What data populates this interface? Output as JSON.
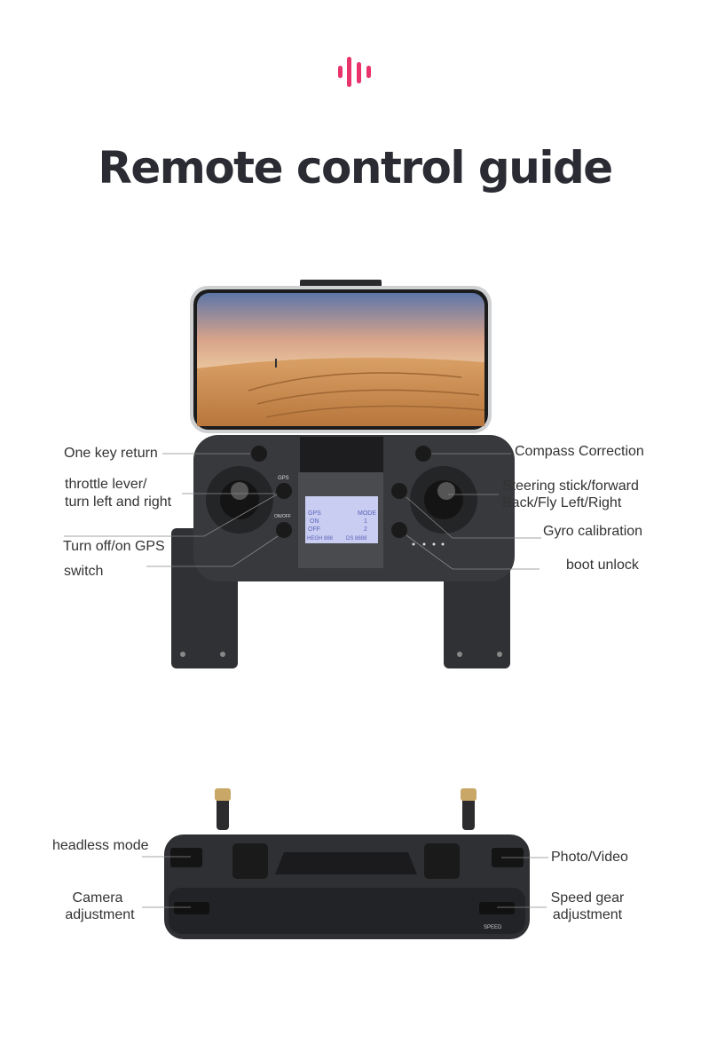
{
  "logo": {
    "icon": "sound-bars-icon",
    "color": "#e8336b"
  },
  "title": "Remote control guide",
  "front_labels": {
    "one_key_return": "One key return",
    "throttle_1": "throttle lever/",
    "throttle_2": "turn left and right",
    "gps_1": "Turn off/on GPS",
    "gps_2": "switch",
    "compass": "Compass Correction",
    "steering_1": "Steering stick/forward",
    "steering_2": "Back/Fly Left/Right",
    "gyro": "Gyro calibration",
    "boot_unlock": "boot unlock"
  },
  "controller_marks": {
    "gps_button": "GPS",
    "onoff_button": "ON/OFF",
    "lcd": {
      "row1": [
        "GPS",
        "MODE"
      ],
      "row2": [
        "ON",
        "1"
      ],
      "row3": [
        "OFF",
        "2"
      ],
      "row4": [
        "HEGH 888",
        "DS 8888"
      ]
    },
    "speed": "SPEED"
  },
  "top_labels": {
    "headless": "headless mode",
    "photo_video": "Photo/Video",
    "camera_1": "Camera",
    "camera_2": "adjustment",
    "speed_1": "Speed gear",
    "speed_2": "adjustment"
  },
  "colors": {
    "accent": "#e8336b",
    "body": "#2f3033",
    "lcd": "#c9cdf2"
  }
}
